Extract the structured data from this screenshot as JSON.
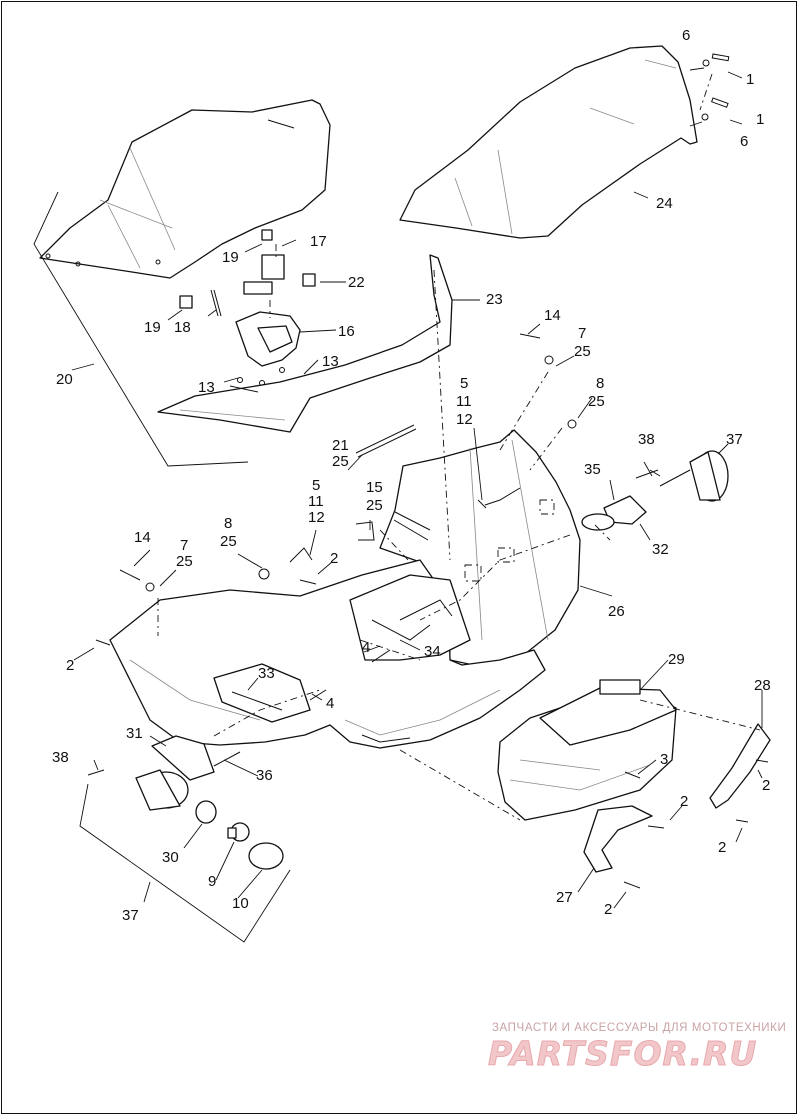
{
  "diagram": {
    "callouts": {
      "c1a": "1",
      "c1b": "1",
      "c6a": "6",
      "c6b": "6",
      "c24": "24",
      "c20": "20",
      "c19a": "19",
      "c17": "17",
      "c22": "22",
      "c19b": "19",
      "c18": "18",
      "c16": "16",
      "c13a": "13",
      "c13b": "13",
      "c23": "23",
      "c14a": "14",
      "c7a": "7",
      "c25a": "25",
      "c8a": "8",
      "c25b": "25",
      "c5a": "5",
      "c11a": "11",
      "c12a": "12",
      "c38a": "38",
      "c37a": "37",
      "c21": "21",
      "c25c": "25",
      "c15": "15",
      "c25d": "25",
      "c5b": "5",
      "c11b": "11",
      "c12b": "12",
      "c35": "35",
      "c32": "32",
      "c8b": "8",
      "c25e": "25",
      "c2a": "2",
      "c14b": "14",
      "c7b": "7",
      "c25f": "25",
      "c26": "26",
      "c2b": "2",
      "c4a": "4",
      "c34": "34",
      "c33": "33",
      "c4b": "4",
      "c29": "29",
      "c28": "28",
      "c31": "31",
      "c38b": "38",
      "c36": "36",
      "c3": "3",
      "c2c": "2",
      "c2d": "2",
      "c2e": "2",
      "c30": "30",
      "c9": "9",
      "c10": "10",
      "c27": "27",
      "c2f": "2",
      "c37b": "37"
    }
  },
  "watermark": {
    "tagline": "ЗАПЧАСТИ И АКСЕССУАРЫ ДЛЯ МОТОТЕХНИКИ",
    "brand": "PARTSFOR.RU",
    "color": "#e8a9ad"
  }
}
